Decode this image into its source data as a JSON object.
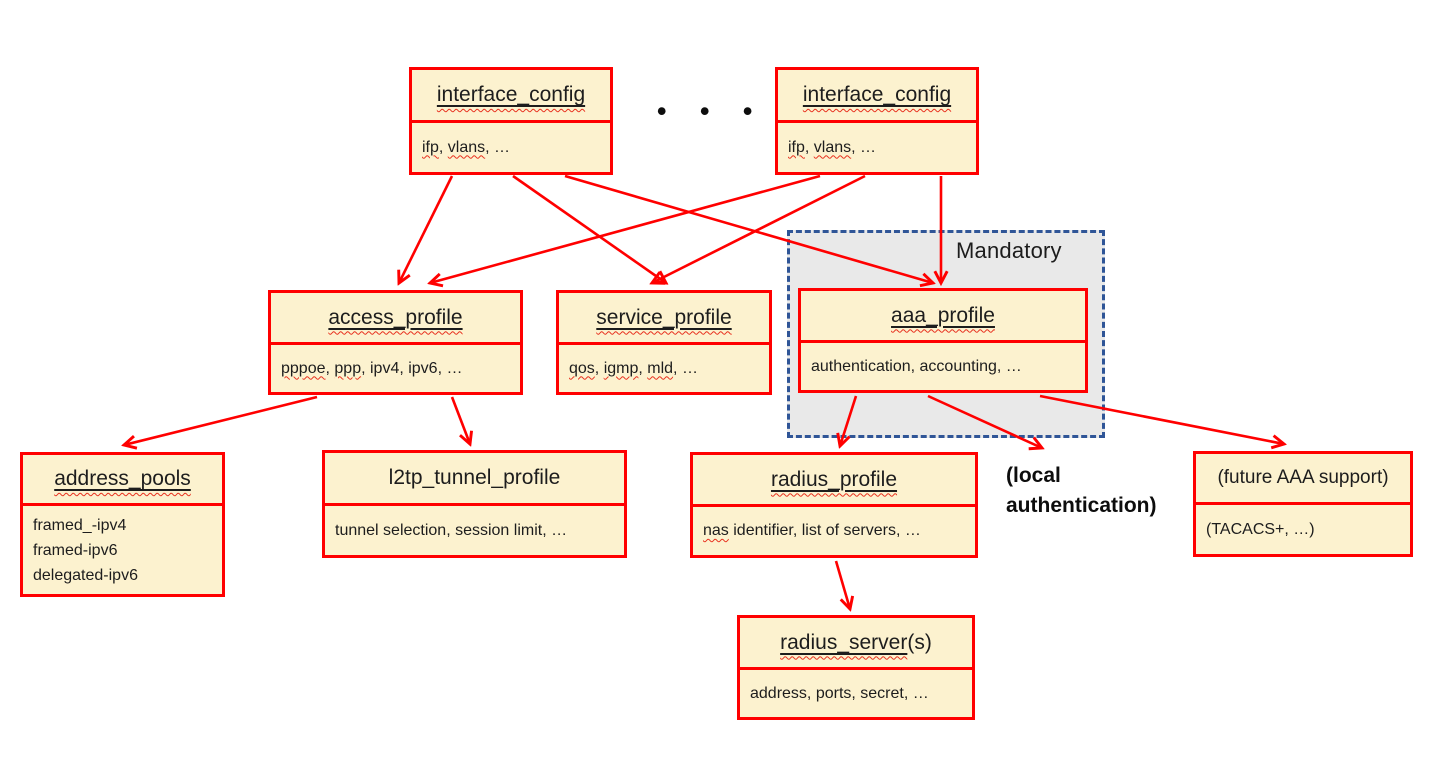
{
  "labels": {
    "ellipsis": "• • •",
    "mandatory": "Mandatory",
    "local_auth": "(local authentication)"
  },
  "nodes": {
    "interface_config_left": {
      "title": "interface_config",
      "body_segments": [
        "ifp",
        ", ",
        "vlans",
        ", …"
      ]
    },
    "interface_config_right": {
      "title": "interface_config",
      "body_segments": [
        "ifp",
        ", ",
        "vlans",
        ", …"
      ]
    },
    "access_profile": {
      "title": "access_profile",
      "body_segments": [
        "pppoe",
        ", ",
        "ppp",
        ", ipv4, ipv6, …"
      ]
    },
    "service_profile": {
      "title": "service_profile",
      "body_segments": [
        "qos",
        ", ",
        "igmp",
        ", ",
        "mld",
        ", …"
      ]
    },
    "aaa_profile": {
      "title": "aaa_profile",
      "body_segments": [
        "authentication, accounting, …"
      ]
    },
    "address_pools": {
      "title": "address_pools",
      "body_lines": [
        "framed_-ipv4",
        "framed-ipv6",
        "delegated-ipv6"
      ]
    },
    "l2tp_tunnel_profile": {
      "title": "l2tp_tunnel_profile",
      "body_segments": [
        "tunnel selection, session limit, …"
      ]
    },
    "radius_profile": {
      "title": "radius_profile",
      "body_segments": [
        "nas",
        " identifier, list of servers, …"
      ]
    },
    "future_aaa": {
      "title": "(future AAA support)",
      "body_segments": [
        "(TACACS+, …)"
      ]
    },
    "radius_server": {
      "title": "radius_server",
      "title_suffix": "(s)",
      "body_segments": [
        "address, ports, secret, …"
      ]
    }
  },
  "colors": {
    "accent-red": "#FF0000",
    "node-fill": "#FCF2CF",
    "mandatory-fill": "#E9E9E9",
    "mandatory-border": "#2F5597",
    "squiggle": "#E8301E",
    "text": "#1D1D1D"
  }
}
